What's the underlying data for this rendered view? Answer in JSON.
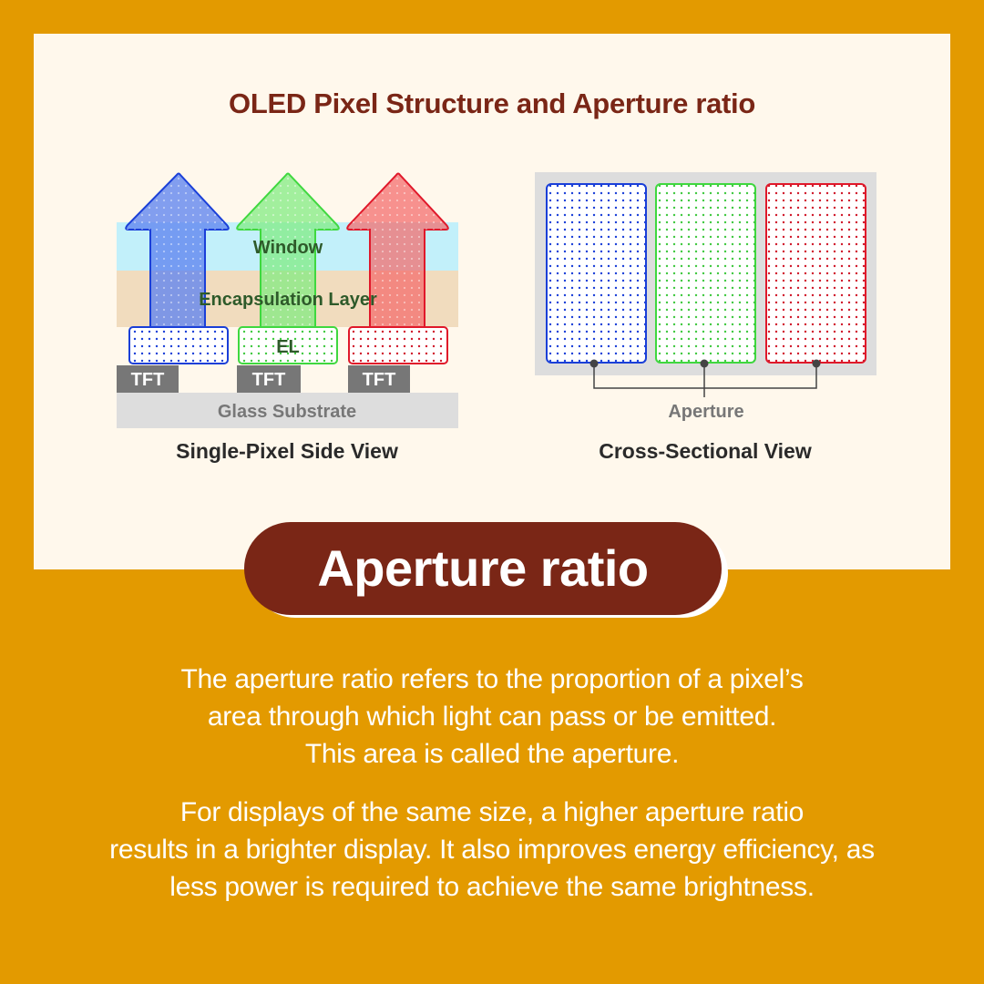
{
  "title": "OLED Pixel Structure and Aperture ratio",
  "side_view": {
    "caption": "Single-Pixel Side View",
    "layers": {
      "window": "Window",
      "encapsulation": "Encapsulation Layer",
      "el": "EL",
      "tft": "TFT",
      "glass": "Glass Substrate"
    }
  },
  "cross_view": {
    "caption": "Cross-Sectional View",
    "aperture_label": "Aperture"
  },
  "heading": "Aperture ratio",
  "paragraph1": [
    "The aperture ratio refers to the proportion of a pixel’s",
    "area through which light can pass or be emitted.",
    "This area is called the aperture."
  ],
  "paragraph2": [
    "For displays of the same size, a higher aperture ratio",
    "results in a brighter display. It also improves energy efficiency, as",
    "less power is required to achieve the same brightness."
  ],
  "colors": {
    "background": "#E39A00",
    "panel": "#FFF8EC",
    "accent": "#7A2616",
    "blue": "#1A3FD8",
    "green": "#3FD83F",
    "red": "#E0182A"
  }
}
